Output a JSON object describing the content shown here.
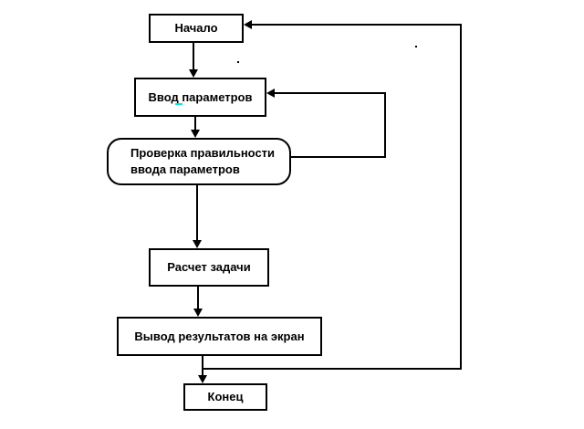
{
  "diagram": {
    "type": "flowchart",
    "nodes": [
      {
        "id": "start",
        "shape": "rect",
        "label": "Начало"
      },
      {
        "id": "input",
        "shape": "rect",
        "label": "Ввод параметров"
      },
      {
        "id": "check",
        "shape": "rounded",
        "label": "Проверка правильности ввода параметров",
        "lines": [
          "Проверка правильности",
          "ввода параметров"
        ]
      },
      {
        "id": "calc",
        "shape": "rect",
        "label": "Расчет задачи"
      },
      {
        "id": "output",
        "shape": "rect",
        "label": "Вывод результатов на экран"
      },
      {
        "id": "end",
        "shape": "rect",
        "label": "Конец"
      }
    ],
    "edges": [
      {
        "from": "start",
        "to": "input",
        "kind": "forward"
      },
      {
        "from": "input",
        "to": "check",
        "kind": "forward"
      },
      {
        "from": "check",
        "to": "calc",
        "kind": "forward"
      },
      {
        "from": "calc",
        "to": "output",
        "kind": "forward"
      },
      {
        "from": "output",
        "to": "end",
        "kind": "forward"
      },
      {
        "from": "check",
        "to": "input",
        "kind": "feedback-loop"
      },
      {
        "from": "output",
        "to": "start",
        "kind": "feedback-loop"
      }
    ],
    "colors": {
      "stroke": "#000000",
      "fill": "#ffffff",
      "background": "#ffffff",
      "artifact_mark": "#00e8e8"
    }
  }
}
